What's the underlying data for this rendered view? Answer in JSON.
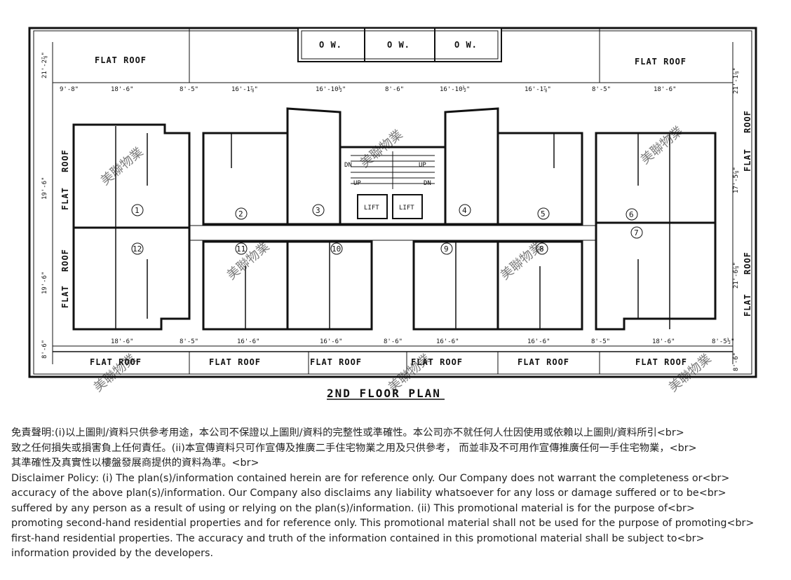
{
  "plan": {
    "title": "2ND FLOOR PLAN",
    "roof_labels": {
      "flat_roof": "FLAT ROOF",
      "flat": "FLAT",
      "roof": "ROOF",
      "ow": "O W."
    },
    "stair": {
      "dn": "DN",
      "up": "UP"
    },
    "lift": "LIFT",
    "top_dims": [
      "9'-8\"",
      "18'-6\"",
      "8'-5\"",
      "16'-1⅞\"",
      "16'-10½\"",
      "8'-6\"",
      "16'-10½\"",
      "16'-1⅞\"",
      "8'-5\"",
      "18'-6\""
    ],
    "bottom_dims": [
      "18'-6\"",
      "8'-5\"",
      "16'-6\"",
      "16'-6\"",
      "8'-6\"",
      "16'-6\"",
      "16'-6\"",
      "8'-5\"",
      "18'-6\"",
      "8'-5½\""
    ],
    "left_dims": [
      "21'-2⅞\"",
      "19'-6\"",
      "19'-6\"",
      "8'-6\""
    ],
    "right_dims": [
      "21'-1⅞\"",
      "17'-5⅞\"",
      "21'-6⅞\"",
      "8'-6\""
    ],
    "units": [
      "1",
      "2",
      "3",
      "4",
      "5",
      "6",
      "7",
      "8",
      "9",
      "10",
      "11",
      "12"
    ],
    "watermark": "美聯物業"
  },
  "disclaimer": {
    "lines": [
      "免責聲明:(i)以上圖則/資料只供參考用途，本公司不保證以上圖則/資料的完整性或準確性。本公司亦不就任何人仕因使用或依賴以上圖則/資料所引<br>",
      "致之任何損失或損害負上任何責任。(ii)本宣傳資料只可作宣傳及推廣二手住宅物業之用及只供參考， 而並非及不可用作宣傳推廣任何一手住宅物業，<br>",
      "其準確性及真實性以樓盤發展商提供的資料為準。<br>",
      "Disclaimer Policy: (i) The plan(s)/information contained herein are for reference only. Our Company does not warrant the completeness or<br>",
      "accuracy of the above plan(s)/information. Our Company also disclaims any liability whatsoever for any loss or damage suffered or to be<br>",
      "suffered by any person as a result of using or relying on the plan(s)/information. (ii) This promotional material is for the purpose of<br>",
      "promoting second-hand residential properties and for reference only. This promotional material shall not be used for the purpose of promoting<br>",
      "first-hand residential properties. The accuracy and truth of the information contained in this promotional material shall be subject to<br>",
      "information provided by the developers."
    ]
  }
}
